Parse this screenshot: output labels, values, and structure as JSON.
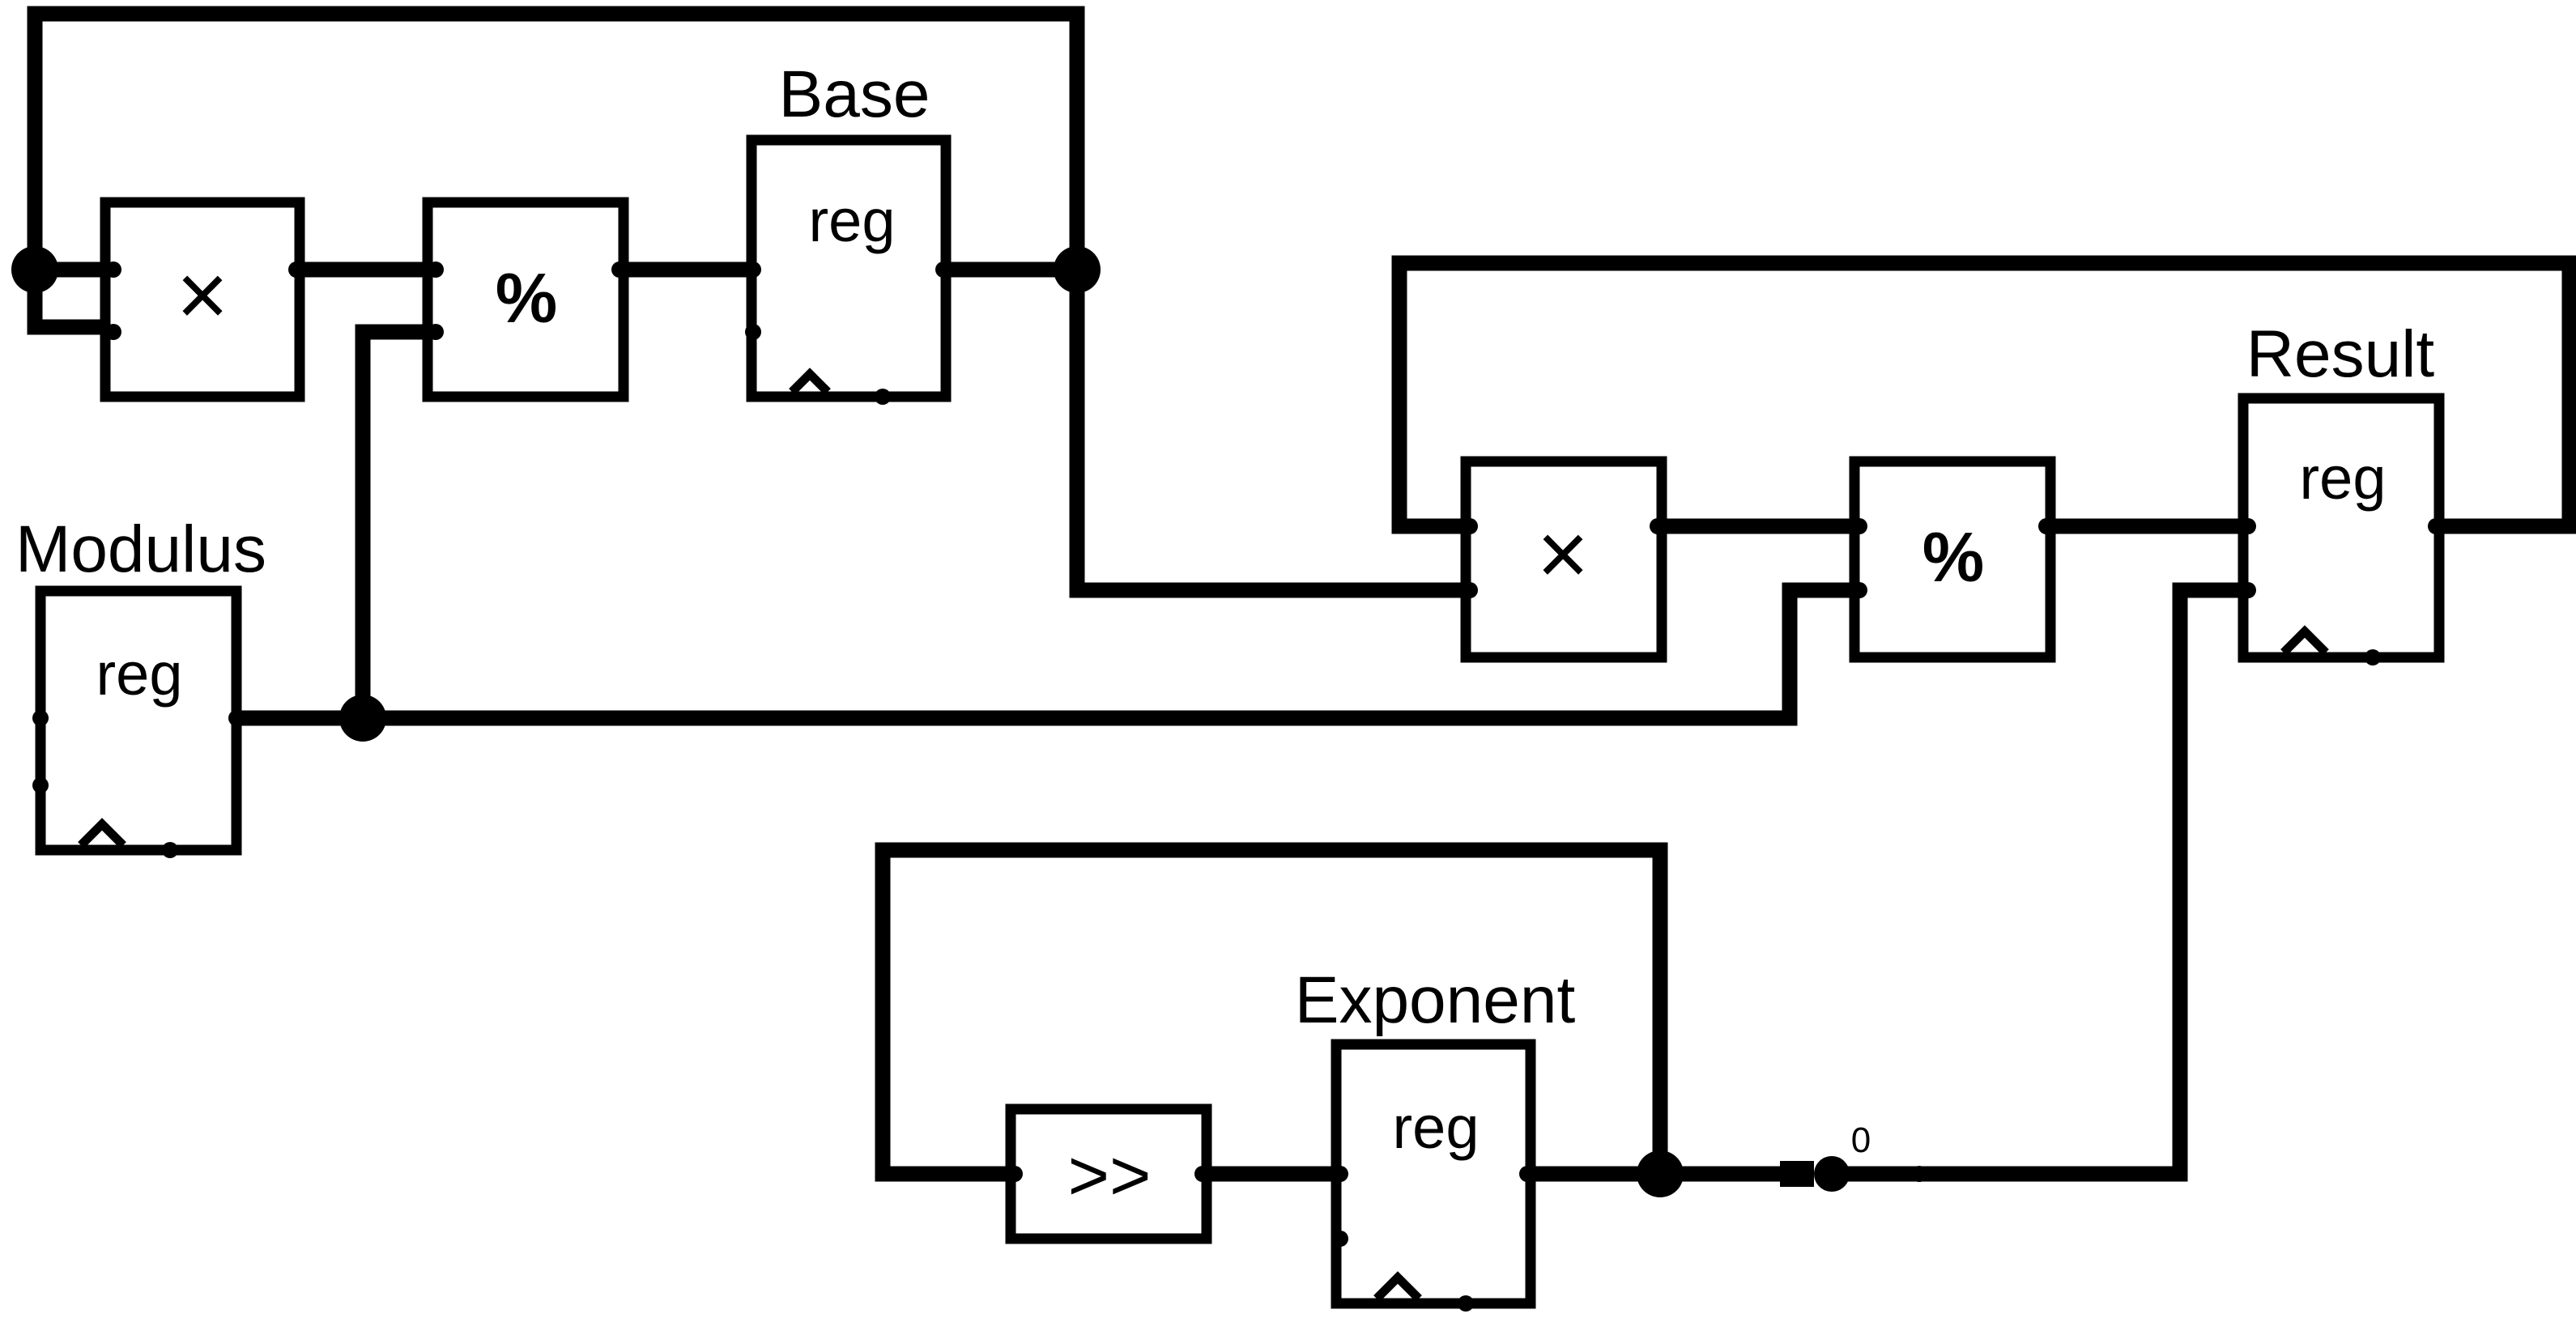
{
  "registers": {
    "base": {
      "name": "Base",
      "type": "reg"
    },
    "modulus": {
      "name": "Modulus",
      "type": "reg"
    },
    "result": {
      "name": "Result",
      "type": "reg"
    },
    "exponent": {
      "name": "Exponent",
      "type": "reg"
    }
  },
  "operators": {
    "multiply": "×",
    "modulo": "%",
    "shift_right": ">>"
  },
  "bit_select": "0"
}
